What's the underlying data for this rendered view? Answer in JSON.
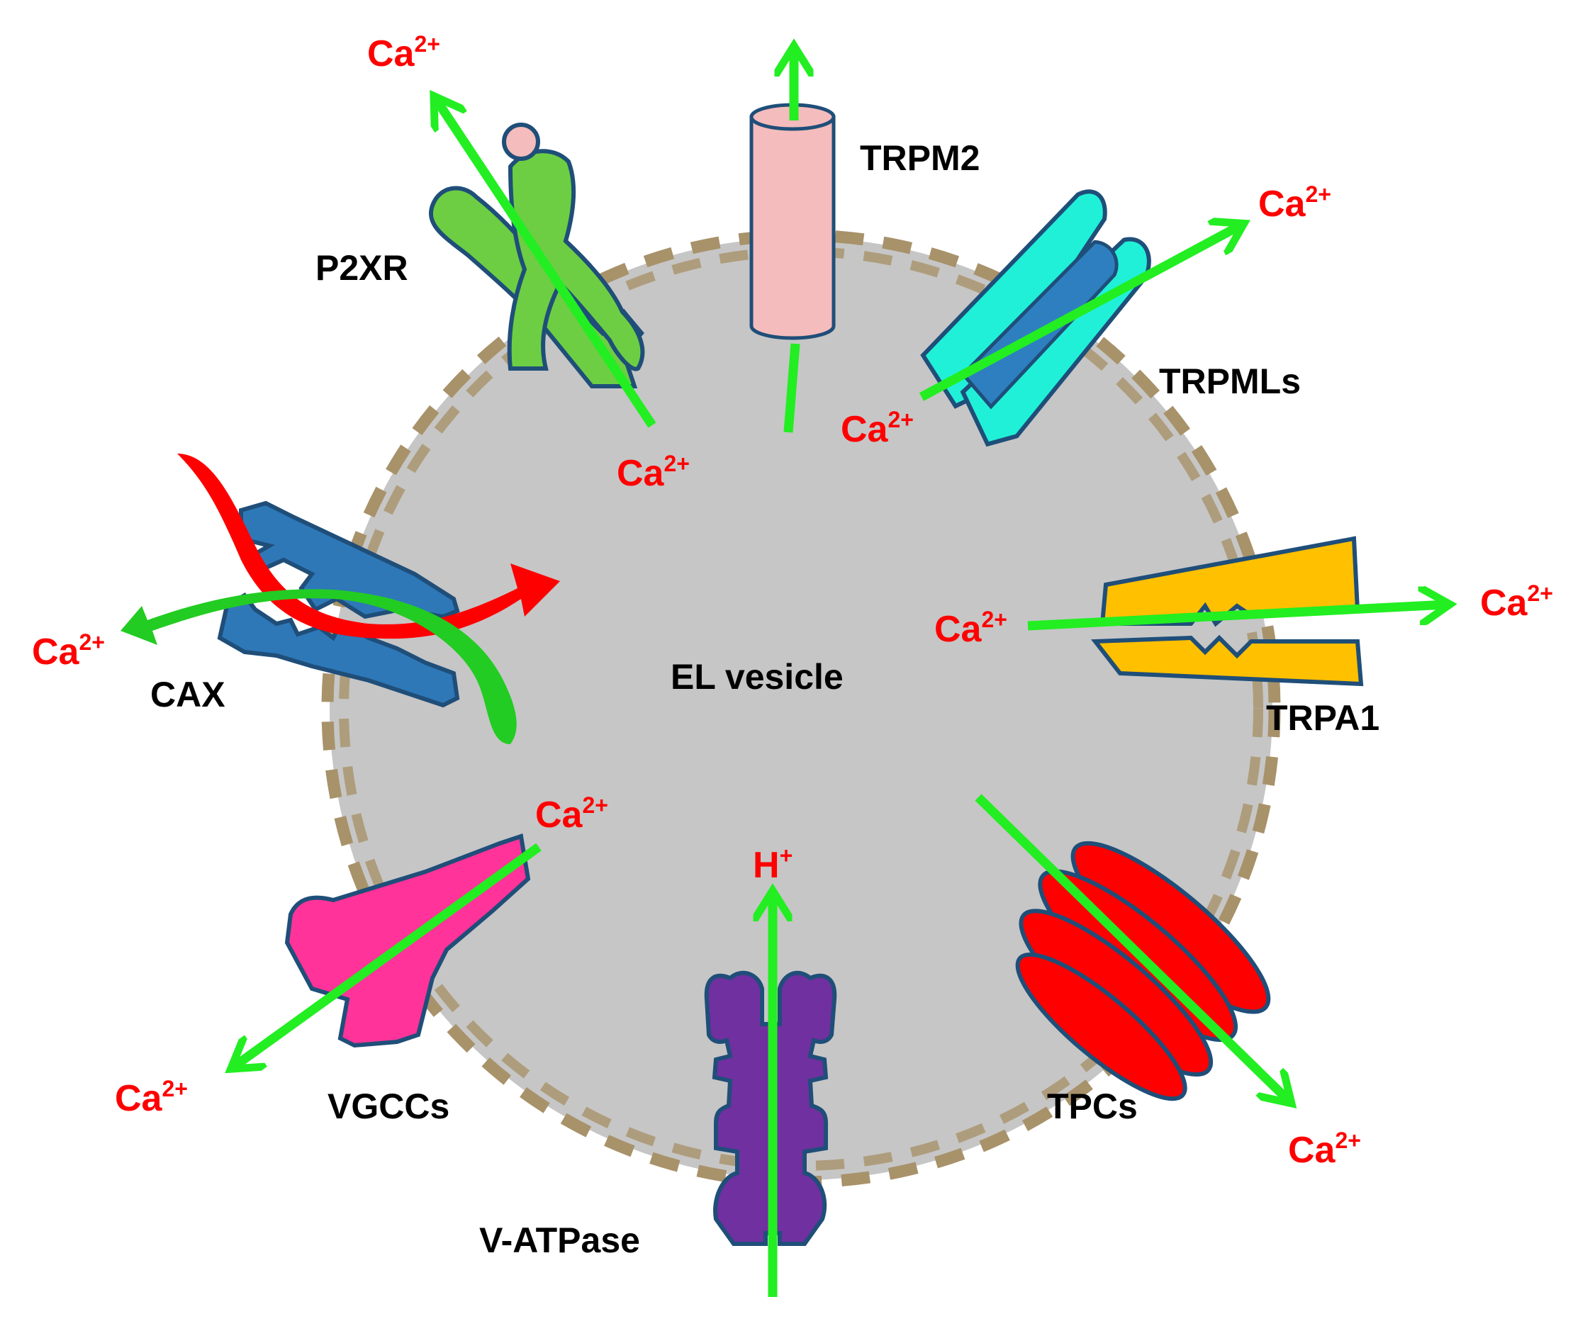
{
  "colors": {
    "vesicle_fill": "#c6c6c6",
    "membrane": "#a8926a",
    "arrow": "#22ee22",
    "ion_text": "#ff0000",
    "label_text": "#000000",
    "outline": "#1f4e79",
    "p2xr": "#6dce43",
    "trpm2": "#f4bcbc",
    "trpmls": "#20f0d8",
    "trpmls_core": "#2e7fc0",
    "trpa1": "#ffc000",
    "tpcs": "#ff0000",
    "v_atpase": "#7030a0",
    "vgccs": "#ff3399",
    "cax": "#2e78b8",
    "cax_red_arrow": "#ff0000",
    "cax_green_arrow": "#22cc22"
  },
  "vesicle": {
    "label": "EL vesicle"
  },
  "channels": [
    {
      "key": "p2xr",
      "label": "P2XR",
      "icon": "p2xr-channel-icon"
    },
    {
      "key": "trpm2",
      "label": "TRPM2",
      "icon": "trpm2-channel-icon"
    },
    {
      "key": "trpmls",
      "label": "TRPMLs",
      "icon": "trpmls-channel-icon"
    },
    {
      "key": "trpa1",
      "label": "TRPA1",
      "icon": "trpa1-channel-icon"
    },
    {
      "key": "tpcs",
      "label": "TPCs",
      "icon": "tpcs-channel-icon"
    },
    {
      "key": "v_atpase",
      "label": "V-ATPase",
      "icon": "v-atpase-pump-icon"
    },
    {
      "key": "vgccs",
      "label": "VGCCs",
      "icon": "vgccs-channel-icon"
    },
    {
      "key": "cax",
      "label": "CAX",
      "icon": "cax-exchanger-icon"
    }
  ],
  "ions": {
    "ca": {
      "base": "Ca",
      "sup": "2+"
    },
    "h": {
      "base": "H",
      "sup": "+"
    }
  }
}
